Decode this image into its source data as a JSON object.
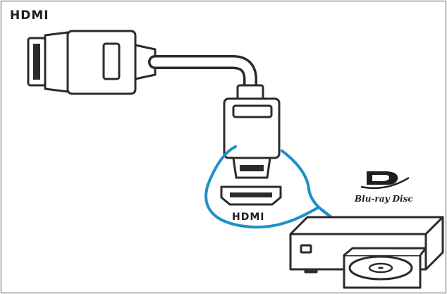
{
  "title_label": "HDMI",
  "port_label": "HDMI",
  "bluray_logo_text": "Blu-ray Disc",
  "colors": {
    "outline": "#2b2b2b",
    "callout": "#1f8fc8",
    "background": "#ffffff",
    "border": "#9a9a9a"
  },
  "icons": [
    "hdmi-cable-icon",
    "hdmi-plug-icon",
    "hdmi-port-icon",
    "bluray-logo-icon",
    "bluray-player-icon",
    "disc-icon"
  ]
}
